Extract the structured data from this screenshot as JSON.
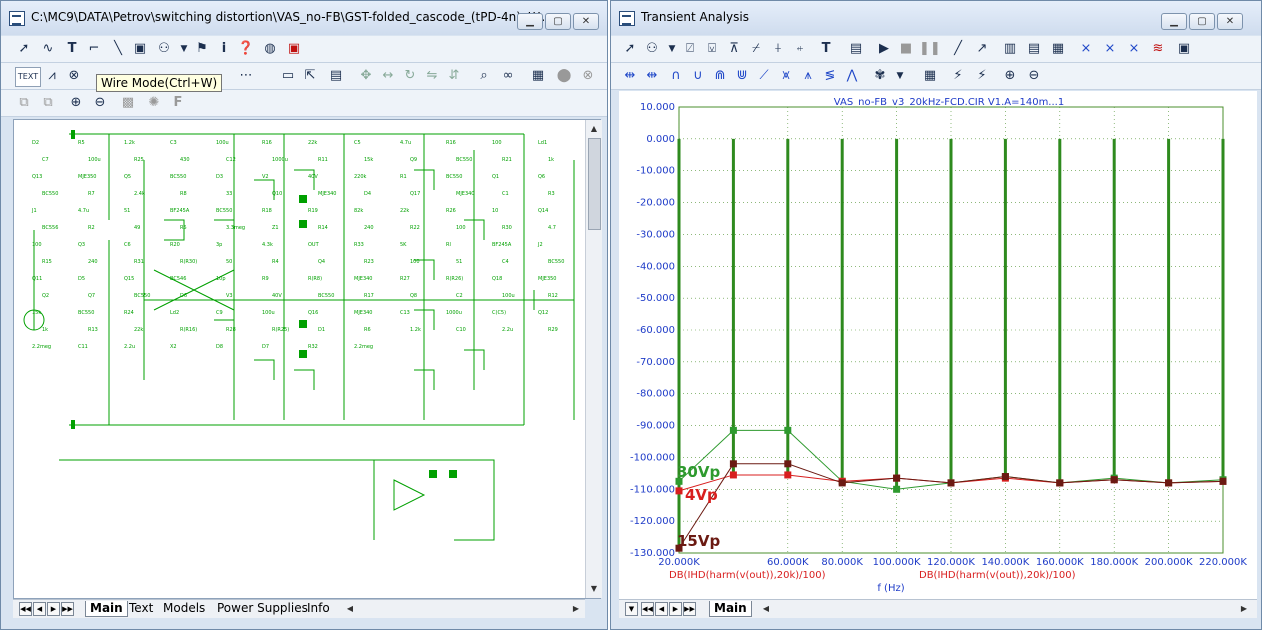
{
  "colors": {
    "chrome": "#d9e4f1",
    "grid_line": "#4b8f2c",
    "axis_text": "#1f3cc8",
    "series_a": "#2e9a2e",
    "series_b": "#d81e1e",
    "series_c": "#6b1a12",
    "harmonic_bar": "#2e8a1e",
    "schematic": "#00a000"
  },
  "left_window": {
    "title": "C:\\MC9\\DATA\\Petrov\\switching distortion\\VAS_no-FB\\GST-folded_cascode_(tPD-4n)_!!!...",
    "tooltip": "Wire Mode(Ctrl+W)",
    "toolbar_icons": [
      "select-arrow-icon",
      "sine-wave-icon",
      "text-tool-icon",
      "wire-icon",
      "line-icon",
      "component-icon",
      "macro-icon",
      "dropdown-icon",
      "flag-icon",
      "info-icon",
      "help-icon",
      "globe-icon",
      "probe-icon"
    ],
    "toolbar2_text_button": "TEXT",
    "tabs": [
      "Main",
      "Text",
      "Models",
      "Power Supplies",
      "Info"
    ],
    "active_tab": "Main",
    "schematic_labels": [
      "D2",
      "R5",
      "1.2k",
      "C3",
      "100u",
      "R16",
      "22k",
      "C5",
      "4.7u",
      "R16",
      "100",
      "Ld1",
      "C7",
      "100u",
      "R25",
      "430",
      "C12",
      "1000u",
      "R11",
      "15k",
      "Q9",
      "BC550",
      "R21",
      "1k",
      "Q13",
      "MJE350",
      "Q5",
      "BC550",
      "D3",
      "V2",
      "40V",
      "220k",
      "R1",
      "BC550",
      "Q1",
      "Q6",
      "BC550",
      "R7",
      "2.4k",
      "R8",
      "33",
      "Q10",
      "MJE340",
      "D4",
      "Q17",
      "MJE340",
      "C1",
      "R3",
      "J1",
      "4.7u",
      "51",
      "BF245A",
      "BC550",
      "R18",
      "R19",
      "82k",
      "22k",
      "R26",
      "10",
      "Q14",
      "BC556",
      "R2",
      "49",
      "R5",
      "3.3meg",
      "Z1",
      "R14",
      "240",
      "R22",
      "100",
      "R30",
      "4.7",
      "100",
      "Q3",
      "C6",
      "R20",
      "3p",
      "4.3k",
      "OUT",
      "R33",
      "5K",
      "Rl",
      "BF245A",
      "J2",
      "R15",
      "240",
      "R31",
      "R(R30)",
      "50",
      "R4",
      "Q4",
      "R23",
      "100",
      "51",
      "C4",
      "BC550",
      "Q11",
      "D5",
      "Q15",
      "BC546",
      "10p",
      "R9",
      "R(R8)",
      "MJE340",
      "R27",
      "R(R26)",
      "Q18",
      "MJE350",
      "Q2",
      "Q7",
      "BC550",
      "D6",
      "V3",
      "40V",
      "BC550",
      "R17",
      "Q8",
      "C2",
      "100u",
      "R12",
      "15k",
      "BC550",
      "R24",
      "Ld2",
      "C9",
      "100u",
      "Q16",
      "MJE340",
      "C13",
      "1000u",
      "C(C5)",
      "Q12",
      "1k",
      "R13",
      "22k",
      "R(R16)",
      "R28",
      "R(R25)",
      "D1",
      "R6",
      "1.2k",
      "C10",
      "2.2u",
      "R29",
      "2.2meg",
      "C11",
      "2.2u",
      "X2",
      "D8",
      "D7",
      "R32",
      "2.2meg"
    ]
  },
  "right_window": {
    "title": "Transient Analysis",
    "chart_title": "VAS_no-FB_v3_20kHz-FCD.CIR V1.A=140m...1",
    "x_axis_label": "f (Hz)",
    "left_expr": "DB(IHD(harm(v(out)),20k)/100)",
    "right_expr": "DB(IHD(harm(v(out)),20k)/100)",
    "tabs": [
      "Main"
    ],
    "series_labels": [
      "30Vp",
      "4Vp",
      "15Vp"
    ]
  },
  "chart_data": {
    "type": "line",
    "title": "VAS_no-FB_v3_20kHz-FCD.CIR V1.A=140m...1",
    "xlabel": "f (Hz)",
    "ylabel": "DB(IHD(harm(v(out)),20k)/100)",
    "xlim": [
      20000,
      220000
    ],
    "ylim": [
      -130,
      10
    ],
    "x_ticks": [
      "20.000K",
      "60.000K",
      "80.000K",
      "100.000K",
      "120.000K",
      "140.000K",
      "160.000K",
      "180.000K",
      "200.000K",
      "220.000K"
    ],
    "y_ticks": [
      "10.000",
      "0.000",
      "-10.000",
      "-20.000",
      "-30.000",
      "-40.000",
      "-50.000",
      "-60.000",
      "-70.000",
      "-80.000",
      "-90.000",
      "-100.000",
      "-110.000",
      "-120.000",
      "-130.000"
    ],
    "harmonic_bars": {
      "x": [
        20000,
        40000,
        60000,
        80000,
        100000,
        120000,
        140000,
        160000,
        180000,
        200000,
        220000
      ],
      "top": [
        0,
        0,
        0,
        0,
        0,
        0,
        0,
        0,
        0,
        0,
        0
      ]
    },
    "x": [
      20000,
      40000,
      60000,
      80000,
      100000,
      120000,
      140000,
      160000,
      180000,
      200000,
      220000
    ],
    "series": [
      {
        "name": "30Vp",
        "values": [
          -107.5,
          -91.5,
          -91.5,
          -107.5,
          -110.0,
          -108.0,
          -106.0,
          -108.0,
          -106.5,
          -108.0,
          -107.0
        ]
      },
      {
        "name": "4Vp",
        "values": [
          -110.5,
          -105.5,
          -105.5,
          -107.5,
          -106.5,
          -108.0,
          -106.5,
          -108.0,
          -107.0,
          -108.0,
          -107.5
        ]
      },
      {
        "name": "15Vp",
        "values": [
          -128.5,
          -102.0,
          -102.0,
          -108.0,
          -106.5,
          -108.0,
          -106.0,
          -108.0,
          -107.0,
          -108.0,
          -107.5
        ]
      }
    ]
  }
}
